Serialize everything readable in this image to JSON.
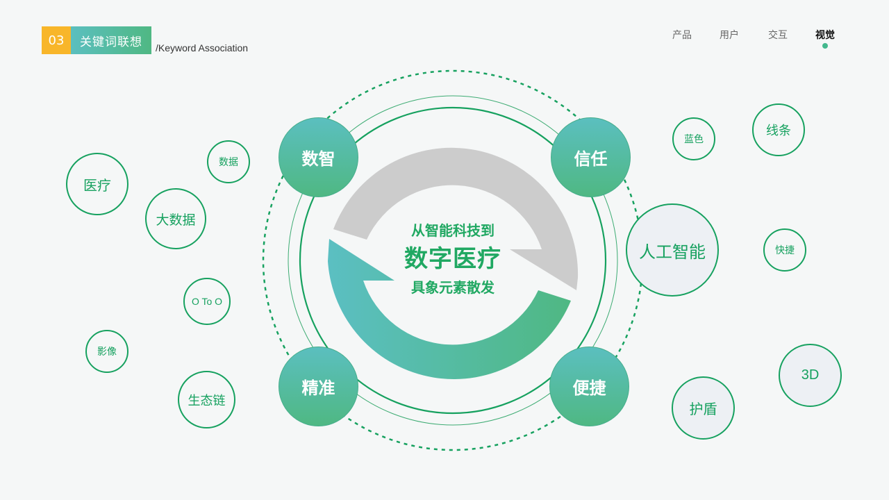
{
  "header": {
    "section_number": "03",
    "section_title": "关键词联想",
    "section_subtitle": "/Keyword Association"
  },
  "nav": {
    "items": [
      {
        "label": "产品",
        "active": false
      },
      {
        "label": "用户",
        "active": false
      },
      {
        "label": "交互",
        "active": false
      },
      {
        "label": "视觉",
        "active": true
      }
    ]
  },
  "center": {
    "line1": "从智能科技到",
    "line2": "数字医疗",
    "line3": "具象元素散发"
  },
  "nodes": [
    {
      "label": "数智",
      "position": "top-left"
    },
    {
      "label": "信任",
      "position": "top-right"
    },
    {
      "label": "精准",
      "position": "bottom-left"
    },
    {
      "label": "便捷",
      "position": "bottom-right"
    }
  ],
  "left_keywords": [
    {
      "label": "医疗"
    },
    {
      "label": "数据"
    },
    {
      "label": "大数据"
    },
    {
      "label": "O To O"
    },
    {
      "label": "影像"
    },
    {
      "label": "生态链"
    }
  ],
  "right_keywords": [
    {
      "label": "蓝色"
    },
    {
      "label": "线条"
    },
    {
      "label": "人工智能"
    },
    {
      "label": "快捷"
    },
    {
      "label": "3D"
    },
    {
      "label": "护盾"
    }
  ],
  "colors": {
    "background": "#f5f7f7",
    "accent_green": "#16a15f",
    "gradient_teal": "#5bbfbf",
    "gradient_green": "#4fb883",
    "badge_orange": "#f8b62a",
    "arrow_gray": "#cccccc",
    "bubble_fill": "#edf0f4"
  }
}
